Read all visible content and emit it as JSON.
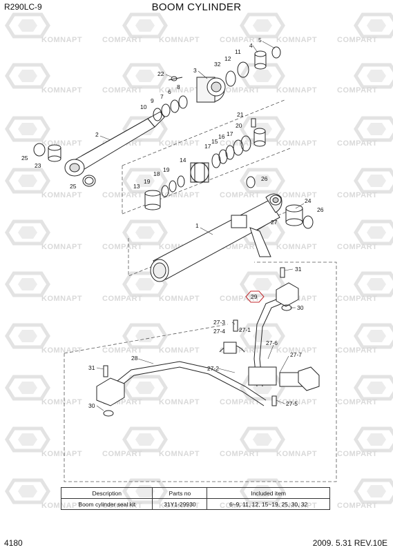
{
  "header": {
    "model": "R290LC-9",
    "title": "BOOM CYLINDER"
  },
  "watermark": {
    "left_text": "KOMNAPT",
    "right_text": "COMPART"
  },
  "labels": {
    "p1": "1",
    "p2": "2",
    "p3": "3",
    "p4": "4",
    "p5": "5",
    "p6": "6",
    "p7": "7",
    "p8": "8",
    "p9": "9",
    "p10": "10",
    "p11": "11",
    "p12": "12",
    "p13": "13",
    "p14": "14",
    "p15": "15",
    "p16": "16",
    "p17a": "17",
    "p17b": "17",
    "p18": "18",
    "p19a": "19",
    "p19b": "19",
    "p20": "20",
    "p21": "21",
    "p22": "22",
    "p23": "23",
    "p24": "24",
    "p25a": "25",
    "p25b": "25",
    "p26a": "26",
    "p26b": "26",
    "p27": "27",
    "p28": "28",
    "p29": "29",
    "p30a": "30",
    "p30b": "30",
    "p31a": "31",
    "p31b": "31",
    "p32": "32",
    "p27_1": "27-1",
    "p27_2": "27-2",
    "p27_3": "27-3",
    "p27_4": "27-4",
    "p27_5": "27-5",
    "p27_6": "27-6",
    "p27_7": "27-7"
  },
  "kit_table": {
    "headers": [
      "Description",
      "Parts no",
      "Included item"
    ],
    "rows": [
      [
        "Boom cylinder seal kit",
        "31Y1-29930",
        "6~9, 11, 12, 15~19, 25, 30, 32"
      ]
    ]
  },
  "footer": {
    "page": "4180",
    "revision": "2009. 5.31  REV.10E"
  }
}
